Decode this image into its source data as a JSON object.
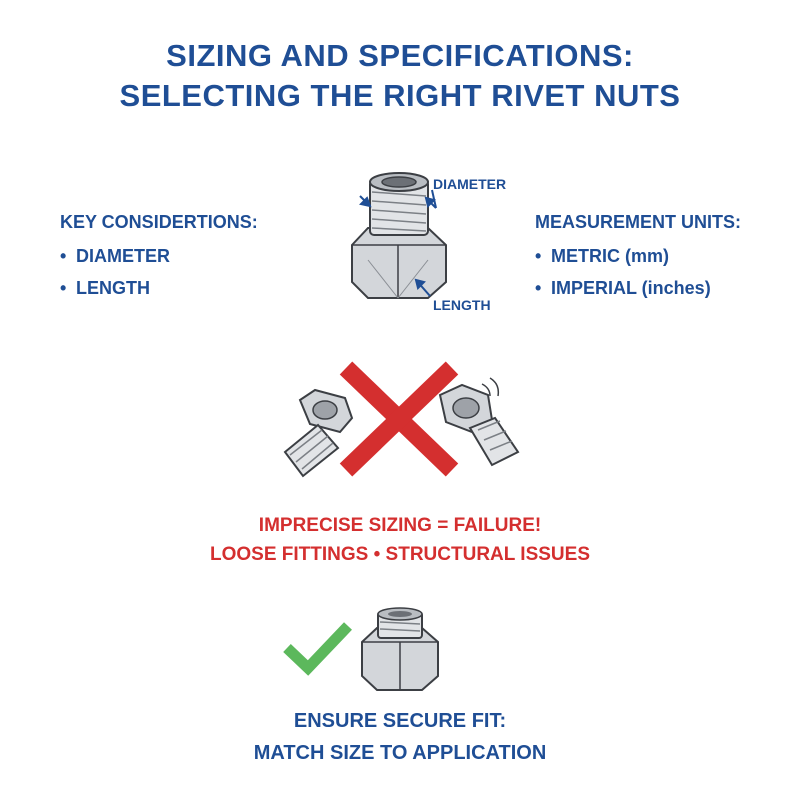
{
  "title": {
    "line1": "SIZING AND SPECIFICATIONS:",
    "line2": "SELECTING THE RIGHT RIVET NUTS"
  },
  "key_considerations": {
    "heading": "KEY CONSIDERTIONS:",
    "items": [
      "DIAMETER",
      "LENGTH"
    ]
  },
  "measurement_units": {
    "heading": "MEASUREMENT UNITS:",
    "items": [
      "METRIC (mm)",
      "IMPERIAL (inches)"
    ]
  },
  "nut_diagram": {
    "diameter_label": "DIAMETER",
    "length_label": "LENGTH"
  },
  "warning": {
    "line1": "IMPRECISE SIZING = FAILURE!",
    "line2": "LOOSE FITTINGS • STRUCTURAL ISSUES"
  },
  "success": {
    "line1": "ENSURE SECURE FIT:",
    "line2": "MATCH SIZE TO APPLICATION"
  },
  "colors": {
    "primary_blue": "#1f4e95",
    "warning_red": "#d42f2f",
    "check_green": "#5cb85c",
    "metal_grey": "#c9ccd1"
  }
}
